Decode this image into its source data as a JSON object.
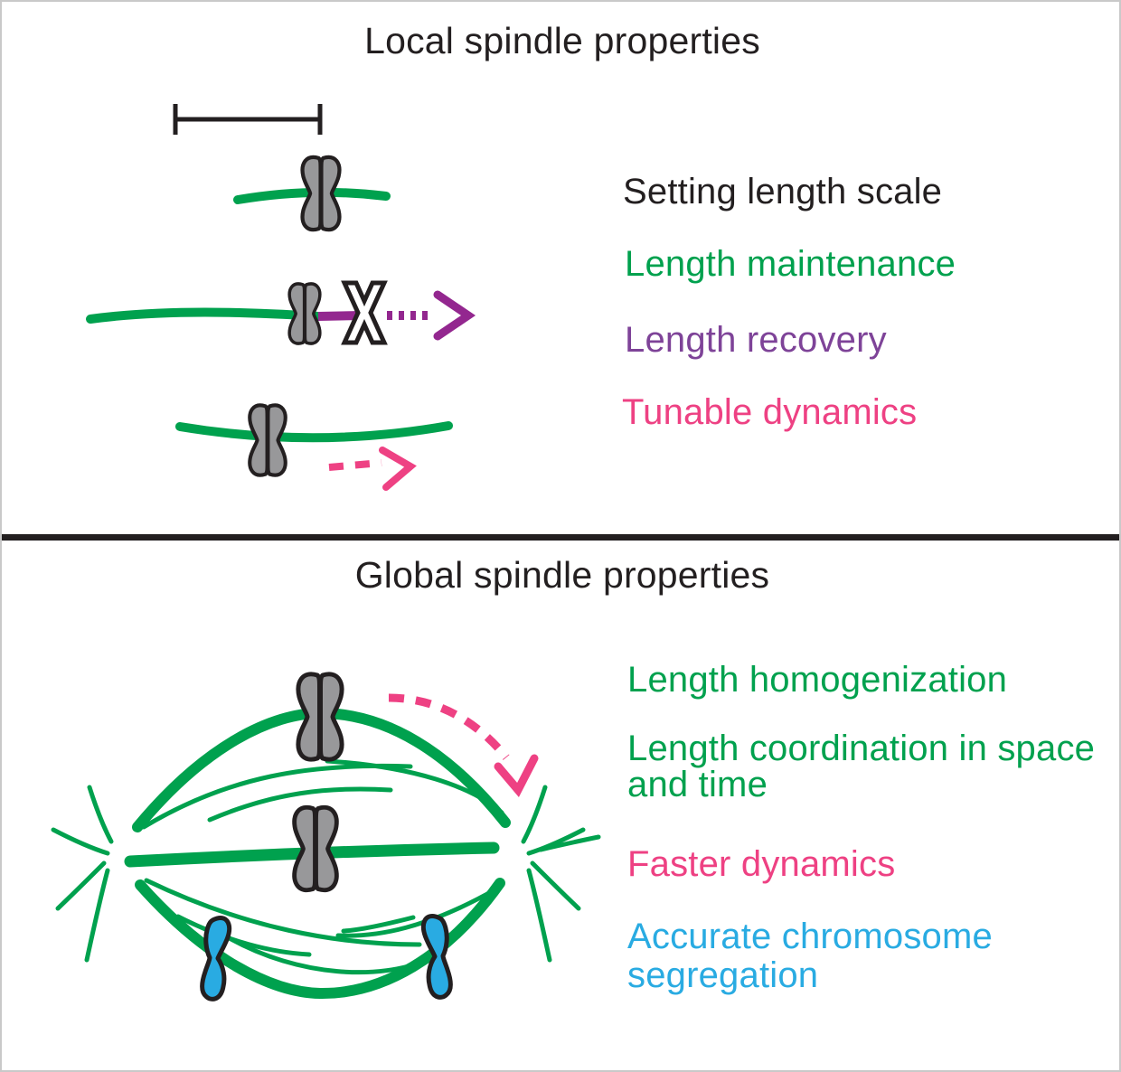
{
  "colors": {
    "green": "#00a14e",
    "purpleText": "#7e4398",
    "purpleArrow": "#93278f",
    "pink": "#ee4183",
    "blue": "#29abe2",
    "ink": "#231f20",
    "grayChrom": "#98989a",
    "border": "#c9c9c9"
  },
  "local_section": {
    "title": "Local spindle properties",
    "labels": [
      {
        "text": "Setting length scale",
        "color": "#231f20"
      },
      {
        "text": "Length maintenance",
        "color": "#00a14e"
      },
      {
        "text": "Length recovery",
        "color": "#7e4398"
      },
      {
        "text": "Tunable dynamics",
        "color": "#ee4183"
      }
    ],
    "icons": [
      "scale-bar",
      "chromosome-on-microtubule",
      "severed-microtubule-regrowth-arrow",
      "chromosome-dynamic-microtubule-arrow"
    ]
  },
  "global_section": {
    "title": "Global spindle properties",
    "labels": [
      {
        "text": "Length homogenization",
        "color": "#00a14e"
      },
      {
        "text": "Length coordination in space and time",
        "color": "#00a14e"
      },
      {
        "text": "Faster dynamics",
        "color": "#ee4183"
      },
      {
        "text": "Accurate chromosome segregation",
        "color": "#29abe2"
      }
    ],
    "icons": [
      "mitotic-spindle",
      "turnover-arrow",
      "segregating-chromosomes"
    ]
  }
}
